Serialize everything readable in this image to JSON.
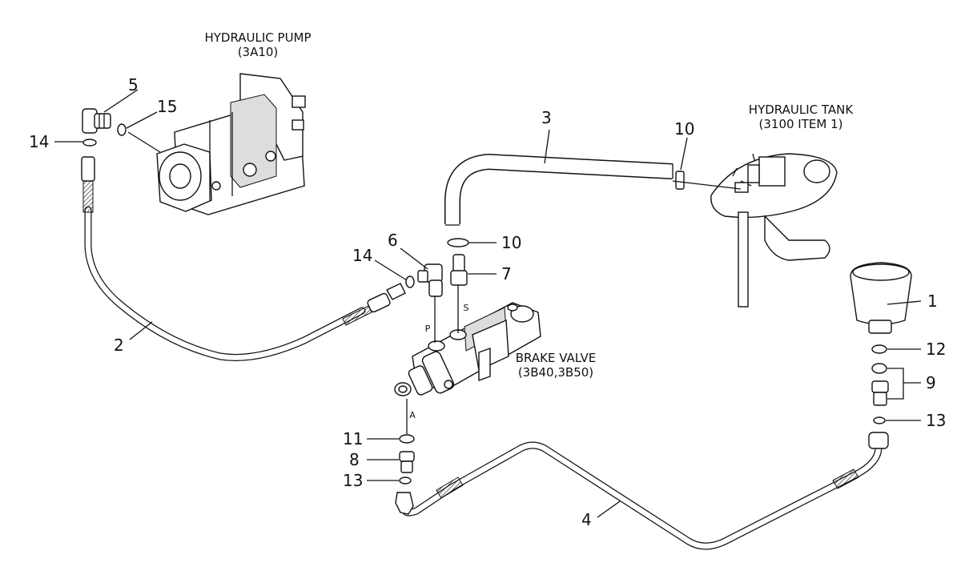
{
  "components": {
    "pump": {
      "title": "HYDRAULIC PUMP",
      "ref": "(3A10)"
    },
    "tank": {
      "title": "HYDRAULIC TANK",
      "ref": "(3100 ITEM 1)"
    },
    "brake_valve": {
      "title": "BRAKE VALVE",
      "ref": "(3B40,3B50)"
    }
  },
  "ports": {
    "p": "P",
    "s": "S",
    "a": "A"
  },
  "callouts": {
    "c1": "1",
    "c2": "2",
    "c3": "3",
    "c4": "4",
    "c5": "5",
    "c6": "6",
    "c7": "7",
    "c8": "8",
    "c9": "9",
    "c10a": "10",
    "c10b": "10",
    "c11": "11",
    "c12": "12",
    "c13a": "13",
    "c13b": "13",
    "c14a": "14",
    "c14b": "14",
    "c15": "15"
  }
}
